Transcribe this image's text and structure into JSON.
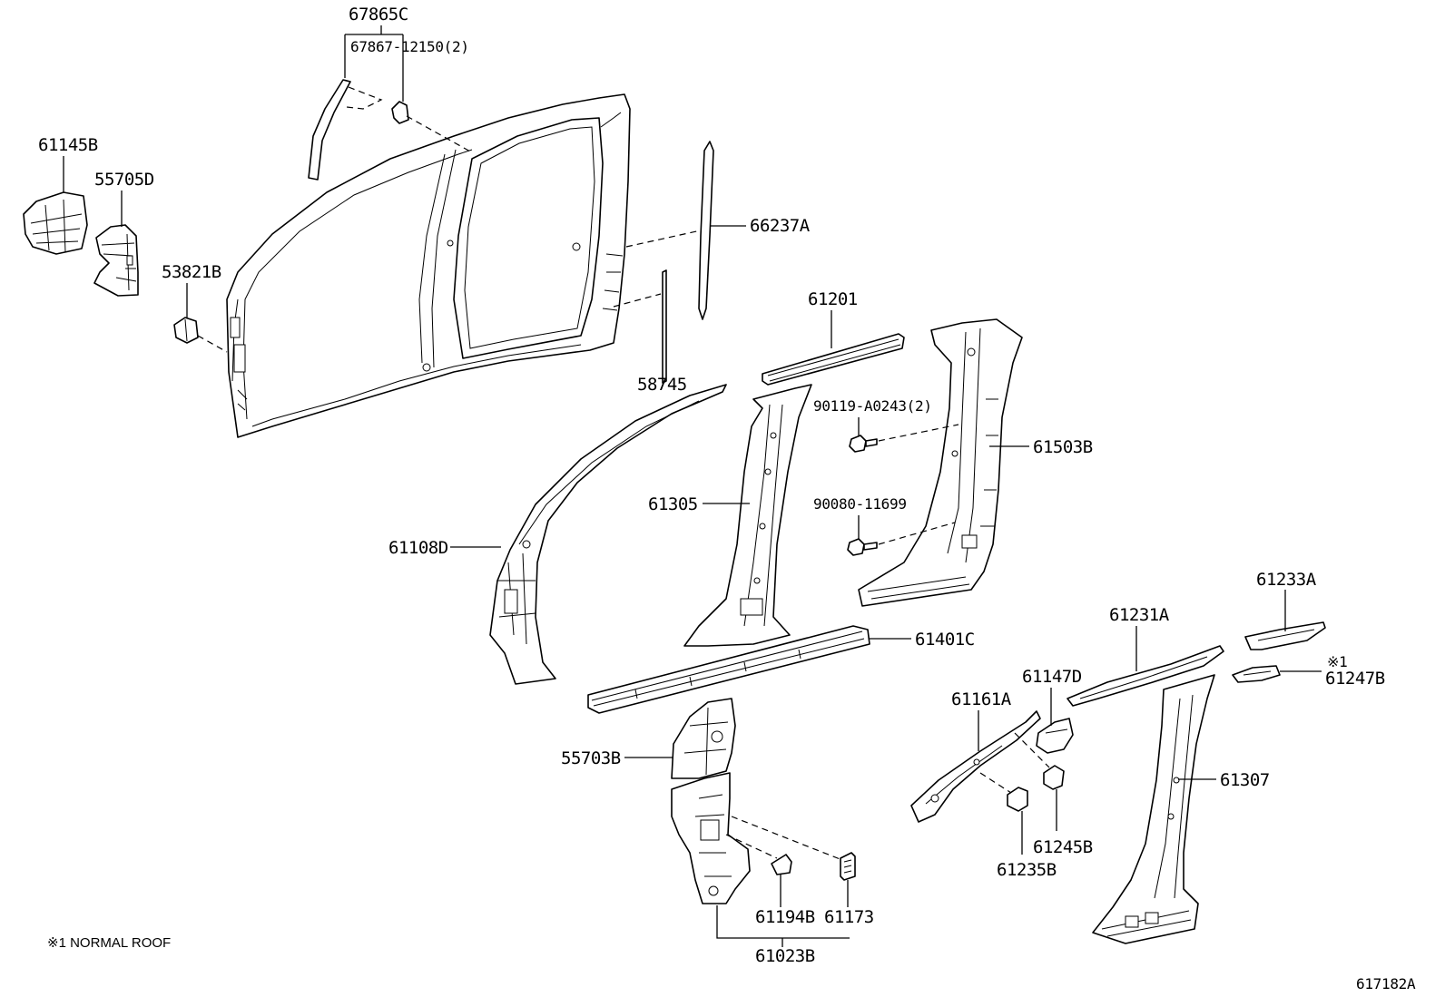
{
  "labels": {
    "p67865C": "67865C",
    "p67867": "67867-12150(2)",
    "p61145B": "61145B",
    "p55705D": "55705D",
    "p53821B": "53821B",
    "p66237A": "66237A",
    "p61201": "61201",
    "p58745": "58745",
    "p90119": "90119-A0243(2)",
    "p61503B": "61503B",
    "p61305": "61305",
    "p90080": "90080-11699",
    "p61108D": "61108D",
    "p61401C": "61401C",
    "p61233A": "61233A",
    "p61231A": "61231A",
    "p61147D": "61147D",
    "p61161A": "61161A",
    "p61247B_mark": "※1",
    "p61247B": "61247B",
    "p55703B": "55703B",
    "p61307": "61307",
    "p61245B": "61245B",
    "p61235B": "61235B",
    "p61194B": "61194B",
    "p61173": "61173",
    "p61023B": "61023B"
  },
  "footnote": "※1 NORMAL ROOF",
  "diagram_id": "617182A",
  "colors": {
    "line": "#000000",
    "background": "#ffffff"
  }
}
